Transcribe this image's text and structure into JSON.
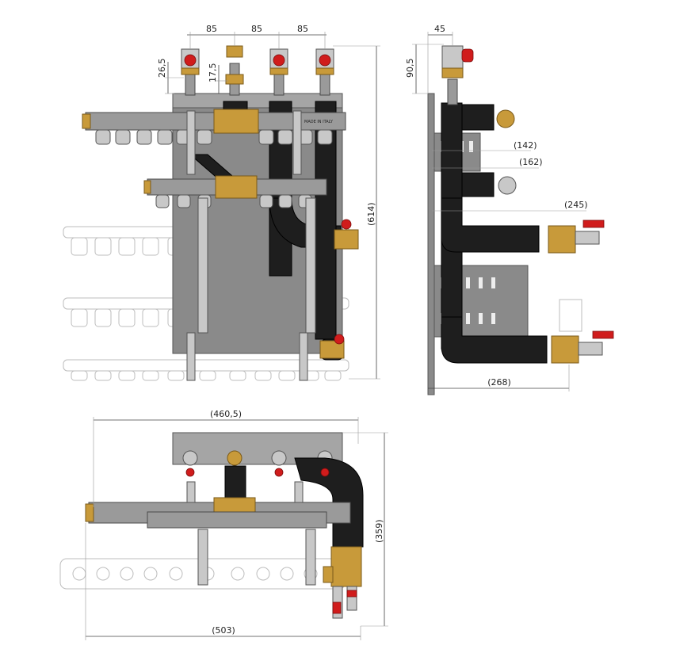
{
  "front_view": {
    "spacing_dims": [
      "85",
      "85",
      "85"
    ],
    "valve_height_dim": "26,5",
    "union_height_dim": "17,5",
    "overall_height_dim": "(614)",
    "plate_labels": [
      "MADE IN ITALY"
    ]
  },
  "side_view": {
    "offset_dim": "45",
    "valve_height_dim": "90,5",
    "depth_dims": [
      "(142)",
      "(162)",
      "(245)"
    ],
    "overall_depth_dim": "(268)"
  },
  "bottom_view": {
    "width_dim": "(460,5)",
    "depth_dim": "(359)",
    "overall_width_dim": "(503)"
  },
  "colors": {
    "handle": "#d01c1c",
    "brass": "#c89a3a",
    "insulation": "#1e1e1e",
    "plate": "#8a8a8a"
  }
}
